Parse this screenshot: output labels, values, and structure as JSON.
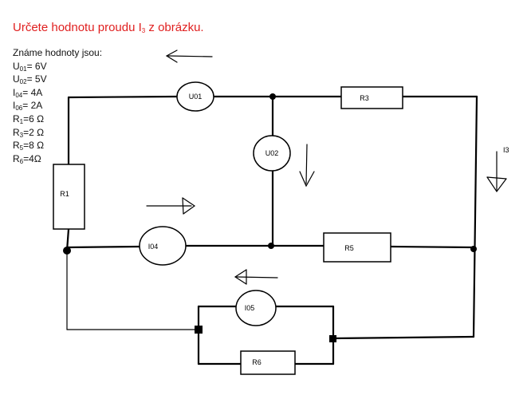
{
  "title": {
    "text": "Určete hodnotu proudu I",
    "sub": "3",
    "suffix": " z obrázku."
  },
  "givens": {
    "heading": "Známe hodnoty jsou:",
    "items": [
      {
        "sym": "U",
        "sub": "01",
        "val": "= 6V"
      },
      {
        "sym": "U",
        "sub": "02",
        "val": "= 5V"
      },
      {
        "sym": "I",
        "sub": "04",
        "val": "= 4A"
      },
      {
        "sym": "I",
        "sub": "06",
        "val": "= 2A"
      },
      {
        "sym": "R",
        "sub": "1",
        "val": "=6 Ω"
      },
      {
        "sym": "R",
        "sub": "3",
        "val": "=2 Ω"
      },
      {
        "sym": "R",
        "sub": "5",
        "val": "=8 Ω"
      },
      {
        "sym": "R",
        "sub": "6",
        "val": "=4Ω"
      }
    ]
  },
  "components": {
    "u01": "U01",
    "u02": "U02",
    "i04": "I04",
    "i05": "I05",
    "r1": "R1",
    "r3": "R3",
    "r5": "R5",
    "r6": "R6",
    "i3": "I3"
  }
}
